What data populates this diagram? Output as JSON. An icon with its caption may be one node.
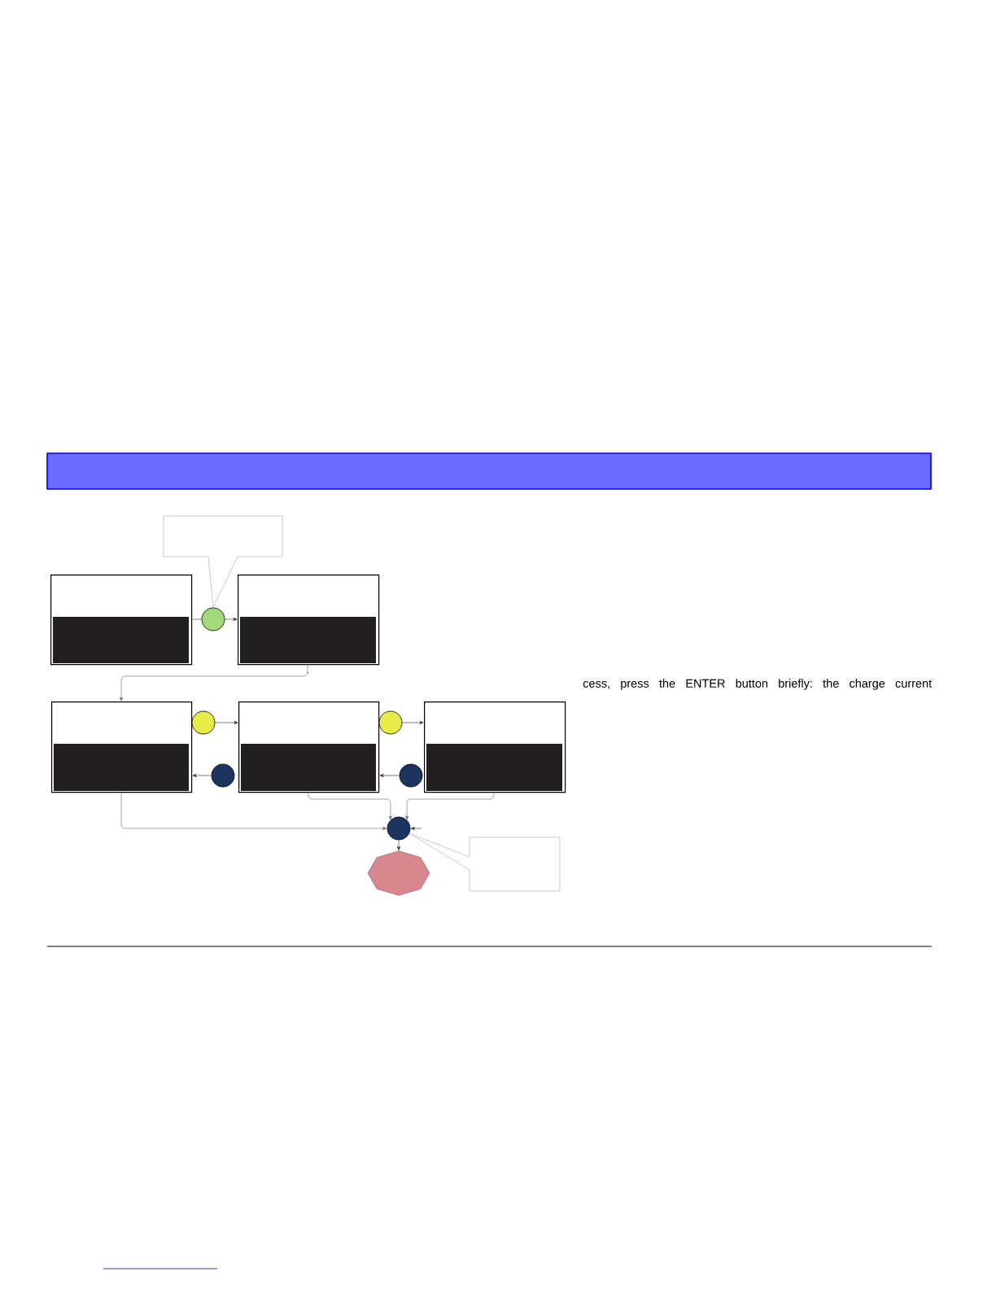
{
  "diagram": {
    "nodes": [
      {
        "text": [],
        "shape": "box"
      },
      {
        "text": [],
        "shape": "box"
      },
      {
        "text": [],
        "shape": "circle"
      },
      {
        "text": [],
        "shape": "box"
      },
      {
        "text": [],
        "shape": "box"
      },
      {
        "text": [],
        "shape": "circle"
      },
      {
        "text": [],
        "shape": "box"
      },
      {
        "text": [],
        "shape": "circle"
      },
      {
        "text": [],
        "shape": "box"
      },
      {
        "text": [],
        "shape": "circle"
      },
      {
        "text": [],
        "shape": "circle"
      },
      {
        "text": [],
        "shape": "circle"
      },
      {
        "text": [],
        "shape": "box"
      },
      {
        "text": [],
        "shape": "octagon"
      }
    ],
    "edges": [
      {
        "from": 1,
        "to": 2,
        "arrow": "none"
      },
      {
        "from": 2,
        "to": 3,
        "arrow": "to"
      },
      {
        "from": 3,
        "to": 4,
        "arrow": "to"
      },
      {
        "from": 5,
        "to": 6,
        "arrow": "to"
      },
      {
        "from": 7,
        "to": 8,
        "arrow": "to"
      },
      {
        "from": 9,
        "to": 4,
        "arrow": "to"
      },
      {
        "from": 10,
        "to": 6,
        "arrow": "to"
      },
      {
        "from": 4,
        "to": 11,
        "arrow": "to"
      },
      {
        "from": 6,
        "to": 11,
        "arrow": "to"
      },
      {
        "from": 8,
        "to": 11,
        "arrow": "to"
      },
      {
        "from": null,
        "to": 11,
        "arrow": "to"
      },
      {
        "from": 11,
        "to": 13,
        "arrow": "to"
      },
      {
        "from": 0,
        "to": 2,
        "arrow": "none",
        "color": "#a6a6a6"
      },
      {
        "from": 12,
        "to": 11,
        "arrow": "none",
        "color": "#a6a6a6"
      }
    ],
    "labels": [
      "cess, press the ENTER button briefly: the charge current"
    ]
  }
}
